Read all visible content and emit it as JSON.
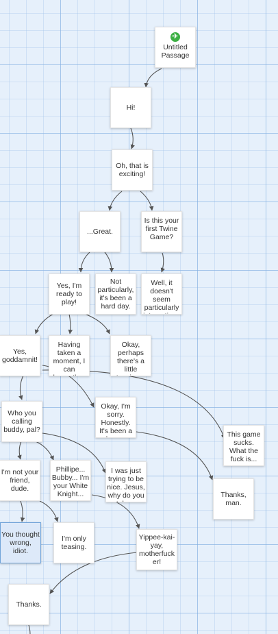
{
  "start_icon": "rocket-icon",
  "passages": [
    {
      "id": "p-untitled",
      "label": "Untitled Passage",
      "start": true
    },
    {
      "id": "p-hi",
      "label": "Hi!"
    },
    {
      "id": "p-exciting",
      "label": "Oh, that is exciting!"
    },
    {
      "id": "p-great",
      "label": "...Great."
    },
    {
      "id": "p-first",
      "label": "Is this your first Twine Game?"
    },
    {
      "id": "p-ready",
      "label": "Yes, I'm ready to play!"
    },
    {
      "id": "p-notpart",
      "label": "Not particularly, it's been a hard day."
    },
    {
      "id": "p-wellit",
      "label": "Well, it doesn't seem particularly interactive..."
    },
    {
      "id": "p-yesgod",
      "label": "Yes, goddamnit!"
    },
    {
      "id": "p-having",
      "label": "Having taken a moment, I can honestly..."
    },
    {
      "id": "p-okay",
      "label": "Okay, perhaps there's a little tension..."
    },
    {
      "id": "p-okaysorry",
      "label": "Okay, I'm sorry. Honestly. It's been a long..."
    },
    {
      "id": "p-whoyou",
      "label": "Who you calling buddy, pal?"
    },
    {
      "id": "p-sucks",
      "label": "This game sucks. What the fuck is..."
    },
    {
      "id": "p-notfriend",
      "label": "I'm not your friend, dude."
    },
    {
      "id": "p-phillipe",
      "label": "Phillipe... Bubby... I'm your White Knight..."
    },
    {
      "id": "p-nice",
      "label": "I was just trying to be nice. Jesus, why do you take..."
    },
    {
      "id": "p-thanksman",
      "label": "Thanks, man."
    },
    {
      "id": "p-thought",
      "label": "You thought wrong, idiot.",
      "selected": true
    },
    {
      "id": "p-teasing",
      "label": "I'm only teasing."
    },
    {
      "id": "p-yippee",
      "label": "Yippee-kai-yay, motherfucker!"
    },
    {
      "id": "p-thanks",
      "label": "Thanks."
    }
  ]
}
